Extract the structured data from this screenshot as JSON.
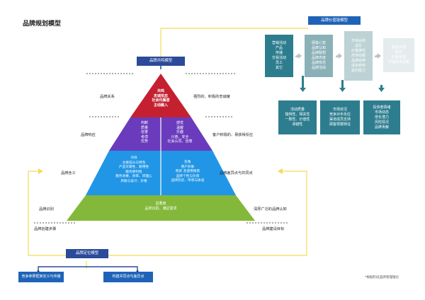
{
  "title": "品牌规划模型",
  "note": "*根据阶段品牌管理理论",
  "resonance_model": {
    "label": "品牌共鸣模型"
  },
  "value_chain": {
    "label": "品牌价值链模型",
    "stages": [
      {
        "lines": [
          "营销活动",
          "产品",
          "传播",
          "交易活动",
          "员工",
          "其它"
        ],
        "color": "#2d7d8f"
      },
      {
        "lines": [
          "顾客心智",
          "品牌认知",
          "品牌联想",
          "品牌态度",
          "品牌依恋",
          "品牌活动"
        ],
        "color": "#8ab1b8"
      },
      {
        "lines": [
          "市场业绩",
          "溢价",
          "价格弹性",
          "市场份额",
          "品牌延伸",
          "成本结构",
          "盈利能力"
        ],
        "color": "#bcd2d5"
      },
      {
        "lines": [
          "股东价值",
          "股价",
          "价格/收益",
          "市场资本总额"
        ],
        "color": "#e5ecee"
      }
    ],
    "multipliers": [
      {
        "lines": [
          "活动质量",
          "独特性、相关性",
          "一致性、价值性",
          "卓越性"
        ]
      },
      {
        "lines": [
          "市场状况",
          "竞争对手反应",
          "渠道成员支持",
          "顾客规模特征"
        ]
      },
      {
        "lines": [
          "投资者情绪",
          "市场动态",
          "增长潜力",
          "风险情况",
          "品牌贡献"
        ]
      }
    ]
  },
  "pyramid": {
    "top": {
      "lines": [
        "共鸣",
        "忠诚依恋",
        "社会归属感",
        "主动融入"
      ],
      "color": "#c4202f"
    },
    "response": {
      "left": [
        "判断",
        "质量",
        "信誉",
        "考虑",
        "优势"
      ],
      "right": [
        "感觉",
        "温暖",
        "乐趣",
        "兴奋、安全",
        "社会认同、自尊"
      ],
      "color": "#6a3bbd"
    },
    "meaning": {
      "left": [
        "功效",
        "主要成分与特色",
        "产品可靠性、耐用性",
        "服务便利性",
        "服务效果、效率、同理心",
        "风格与设计、价格"
      ],
      "right": [
        "形象",
        "用户形象",
        "购买 及使用情景",
        "品牌个性与价值",
        "品牌历史、传承与体验"
      ],
      "color": "#2196e6"
    },
    "salience": {
      "lines": [
        "显著度",
        "品类识别、满足需求"
      ],
      "color": "#84b83a"
    }
  },
  "left_labels": [
    "品牌关系",
    "品牌响应",
    "品牌含义",
    "品牌识别",
    "品牌创建步骤"
  ],
  "right_labels": [
    "强烈的、积极的忠诚度",
    "客户积极的、易获得反应",
    "品牌差异点与共同点",
    "深厚广泛的品牌认知",
    "品牌建设目标"
  ],
  "positioning": {
    "label": "品牌定位模型",
    "left_box": "竞争参照框架定义与传播",
    "right_box": "构建共同点与差异点"
  },
  "colors": {
    "navy": "#2b4a99",
    "blue": "#1f63b8",
    "connector": "#f2dc57"
  }
}
